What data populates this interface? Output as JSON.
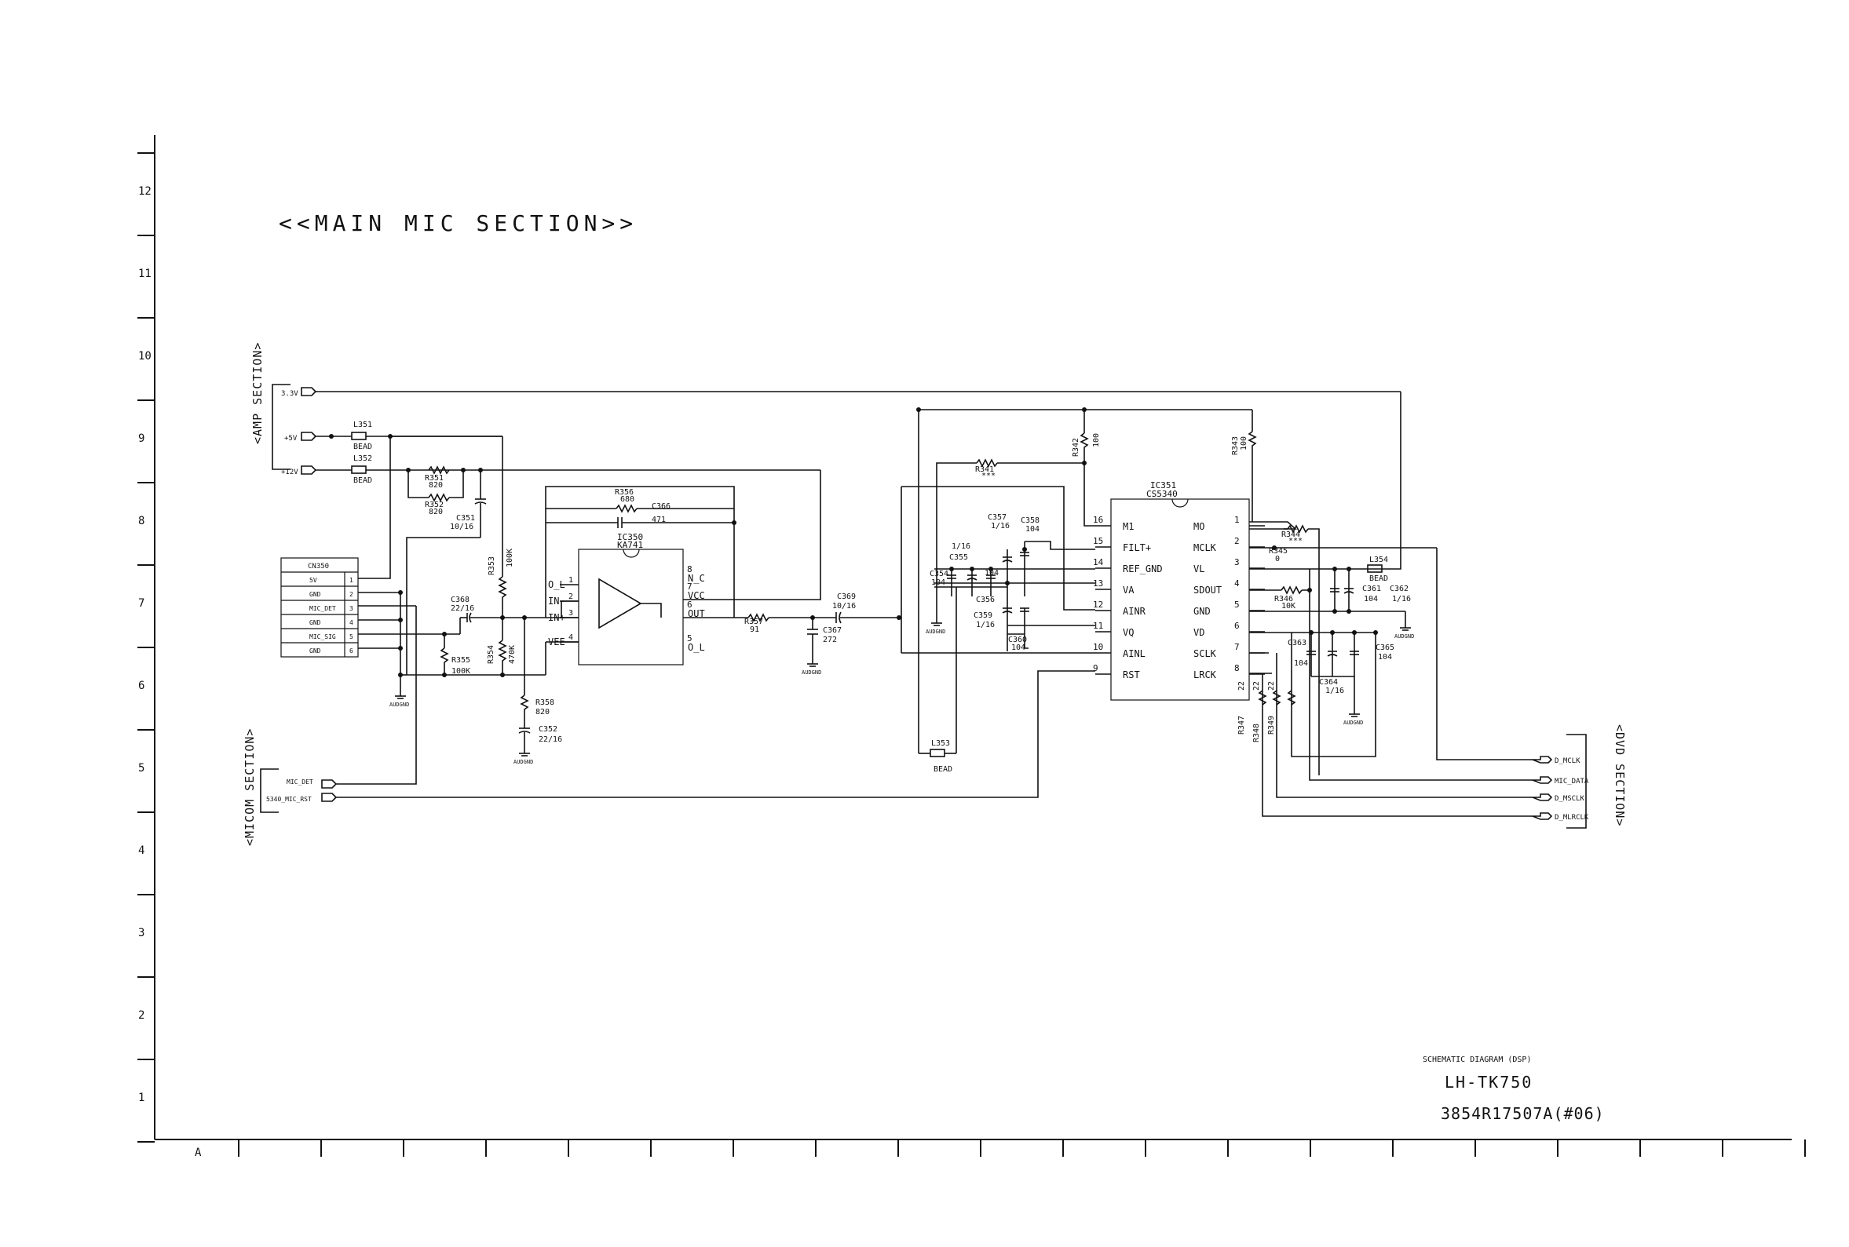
{
  "title": "<<MAIN MIC SECTION>>",
  "row_numbers": [
    "12",
    "11",
    "10",
    "9",
    "8",
    "7",
    "6",
    "5",
    "4",
    "3",
    "2",
    "1"
  ],
  "column_letter": "A",
  "sections": {
    "amp": "<AMP SECTION>",
    "micom": "<MICOM SECTION>",
    "dvd": "<DVD SECTION>"
  },
  "inputs": {
    "v33": "3.3V",
    "v5": "+5V",
    "v12": "+12V",
    "mic_det": "MIC_DET",
    "mic_rst": "5340_MIC_RST"
  },
  "connector": {
    "name": "CN350",
    "pins": [
      {
        "label": "5V",
        "num": "1"
      },
      {
        "label": "GND",
        "num": "2"
      },
      {
        "label": "MIC_DET",
        "num": "3"
      },
      {
        "label": "GND",
        "num": "4"
      },
      {
        "label": "MIC_SIG",
        "num": "5"
      },
      {
        "label": "GND",
        "num": "6"
      }
    ]
  },
  "ic350": {
    "ref": "IC350",
    "part": "KA741",
    "left_pins": [
      {
        "name": "O_L",
        "num": "1"
      },
      {
        "name": "IN-",
        "num": "2"
      },
      {
        "name": "IN+",
        "num": "3"
      },
      {
        "name": "VEE",
        "num": "4"
      }
    ],
    "right_pins": [
      {
        "name": "N_C",
        "num": "8"
      },
      {
        "name": "VCC",
        "num": "7"
      },
      {
        "name": "OUT",
        "num": "6"
      },
      {
        "name": "O_L",
        "num": "5"
      }
    ]
  },
  "ic351": {
    "ref": "IC351",
    "part": "CS5340",
    "left_pins": [
      {
        "num": "16",
        "name": "M1"
      },
      {
        "num": "15",
        "name": "FILT+"
      },
      {
        "num": "14",
        "name": "REF_GND"
      },
      {
        "num": "13",
        "name": "VA"
      },
      {
        "num": "12",
        "name": "AINR"
      },
      {
        "num": "11",
        "name": "VQ"
      },
      {
        "num": "10",
        "name": "AINL"
      },
      {
        "num": "9",
        "name": "RST"
      }
    ],
    "right_pins": [
      {
        "num": "1",
        "name": "MO"
      },
      {
        "num": "2",
        "name": "MCLK"
      },
      {
        "num": "3",
        "name": "VL"
      },
      {
        "num": "4",
        "name": "SDOUT"
      },
      {
        "num": "5",
        "name": "GND"
      },
      {
        "num": "6",
        "name": "VD"
      },
      {
        "num": "7",
        "name": "SCLK"
      },
      {
        "num": "8",
        "name": "LRCK"
      }
    ]
  },
  "components": {
    "l351": {
      "ref": "L351",
      "val": "BEAD"
    },
    "l352": {
      "ref": "L352",
      "val": "BEAD"
    },
    "l353": {
      "ref": "L353",
      "val": "BEAD"
    },
    "l354": {
      "ref": "L354",
      "val": "BEAD"
    },
    "r351": {
      "ref": "R351",
      "val": "820"
    },
    "r352": {
      "ref": "R352",
      "val": "820"
    },
    "c351": {
      "ref": "C351",
      "val": "10/16"
    },
    "r353": {
      "ref": "R353",
      "val": "100K"
    },
    "r354": {
      "ref": "R354",
      "val": "470K"
    },
    "r355": {
      "ref": "R355",
      "val": "100K"
    },
    "r356": {
      "ref": "R356",
      "val": "680"
    },
    "c366": {
      "ref": "C366",
      "val": "471"
    },
    "c368": {
      "ref": "C368",
      "val": "22/16"
    },
    "r357": {
      "ref": "R357",
      "val": "91"
    },
    "c367": {
      "ref": "C367",
      "val": "272"
    },
    "c369": {
      "ref": "C369",
      "val": "10/16"
    },
    "r358": {
      "ref": "R358",
      "val": "820"
    },
    "c352": {
      "ref": "C352",
      "val": "22/16"
    },
    "r341": {
      "ref": "R341",
      "val": "***"
    },
    "r342": {
      "ref": "R342",
      "val": "100"
    },
    "r343": {
      "ref": "R343",
      "val": "100"
    },
    "c357": {
      "ref": "C357",
      "val": "1/16"
    },
    "c358": {
      "ref": "C358",
      "val": "104"
    },
    "c355": {
      "ref": "C355",
      "val": "1/16"
    },
    "c354": {
      "ref": "C354",
      "val": "104"
    },
    "c356": {
      "ref": "C356",
      "val": "104"
    },
    "c359": {
      "ref": "C359",
      "val": "1/16"
    },
    "c360": {
      "ref": "C360",
      "val": "104"
    },
    "r344": {
      "ref": "R344",
      "val": "***"
    },
    "r345": {
      "ref": "R345",
      "val": "0"
    },
    "r346": {
      "ref": "R346",
      "val": "10K"
    },
    "c361": {
      "ref": "C361",
      "val": "104"
    },
    "c362": {
      "ref": "C362",
      "val": "1/16"
    },
    "c363": {
      "ref": "C363",
      "val": "104"
    },
    "c364": {
      "ref": "C364",
      "val": "1/16"
    },
    "c365": {
      "ref": "C365",
      "val": "104"
    },
    "r347": {
      "ref": "R347",
      "val": "22"
    },
    "r348": {
      "ref": "R348",
      "val": "22"
    },
    "r349": {
      "ref": "R349",
      "val": "22"
    }
  },
  "ground_label": "AUDGND",
  "outputs": [
    "D_MCLK",
    "MIC_DATA",
    "D_MSCLK",
    "D_MLRCLK"
  ],
  "title_block": {
    "caption": "SCHEMATIC DIAGRAM (DSP)",
    "model": "LH-TK750",
    "doc_number": "3854R17507A(#06)"
  }
}
